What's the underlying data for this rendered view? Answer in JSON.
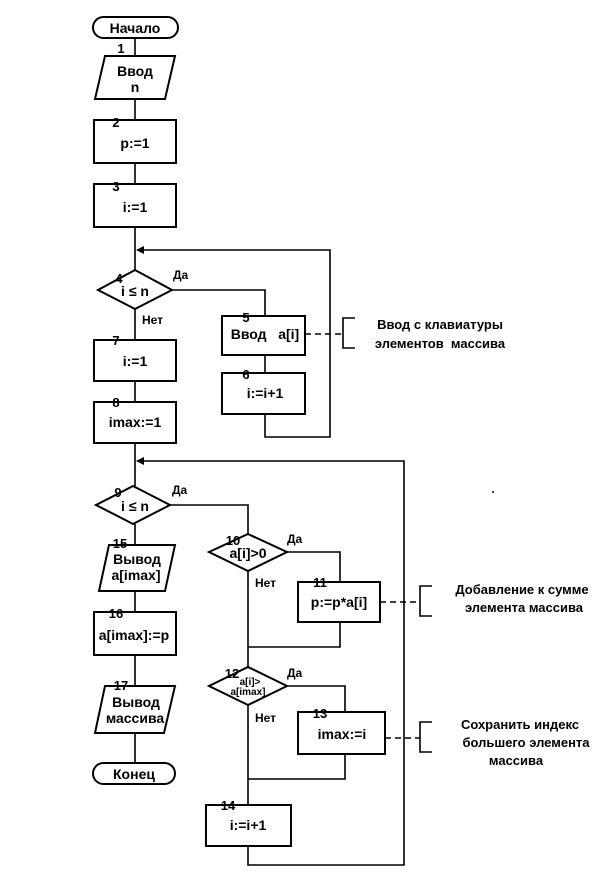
{
  "blocks": {
    "start": "Начало",
    "b1": {
      "num": "1",
      "line1": "Ввод",
      "line2": "n"
    },
    "b2": {
      "num": "2",
      "text": "p:=1"
    },
    "b3": {
      "num": "3",
      "text": "i:=1"
    },
    "b4": {
      "num": "4",
      "text": "i ≤ n",
      "yes": "Да",
      "no": "Нет"
    },
    "b5": {
      "num": "5",
      "text": "Ввод   a[i]"
    },
    "b6": {
      "num": "6",
      "text": "i:=i+1"
    },
    "b7": {
      "num": "7",
      "text": "i:=1"
    },
    "b8": {
      "num": "8",
      "text": "imax:=1"
    },
    "b9": {
      "num": "9",
      "text": "i ≤ n",
      "yes": "Да"
    },
    "b10": {
      "num": "10",
      "text": "a[i]>0",
      "yes": "Да",
      "no": "Нет"
    },
    "b11": {
      "num": "11",
      "text": "p:=p*a[i]"
    },
    "b12": {
      "num": "12",
      "line1": "a[i]>",
      "line2": "a[imax]",
      "yes": "Да",
      "no": "Нет"
    },
    "b13": {
      "num": "13",
      "text": "imax:=i"
    },
    "b14": {
      "num": "14",
      "text": "i:=i+1"
    },
    "b15": {
      "num": "15",
      "line1": "Вывод",
      "line2": "a[imax]"
    },
    "b16": {
      "num": "16",
      "text": "a[imax]:=p"
    },
    "b17": {
      "num": "17",
      "line1": "Вывод",
      "line2": "массива"
    },
    "end": "Конец"
  },
  "comments": {
    "c1": {
      "line1": "Ввод с клавиатуры",
      "line2": "элементов  массива"
    },
    "c2": {
      "line1": "Добавление к сумме",
      "line2": "элемента массива"
    },
    "c3": {
      "line1": "Сохранить индекс",
      "line2": "большего элемента",
      "line3": "массива"
    }
  }
}
